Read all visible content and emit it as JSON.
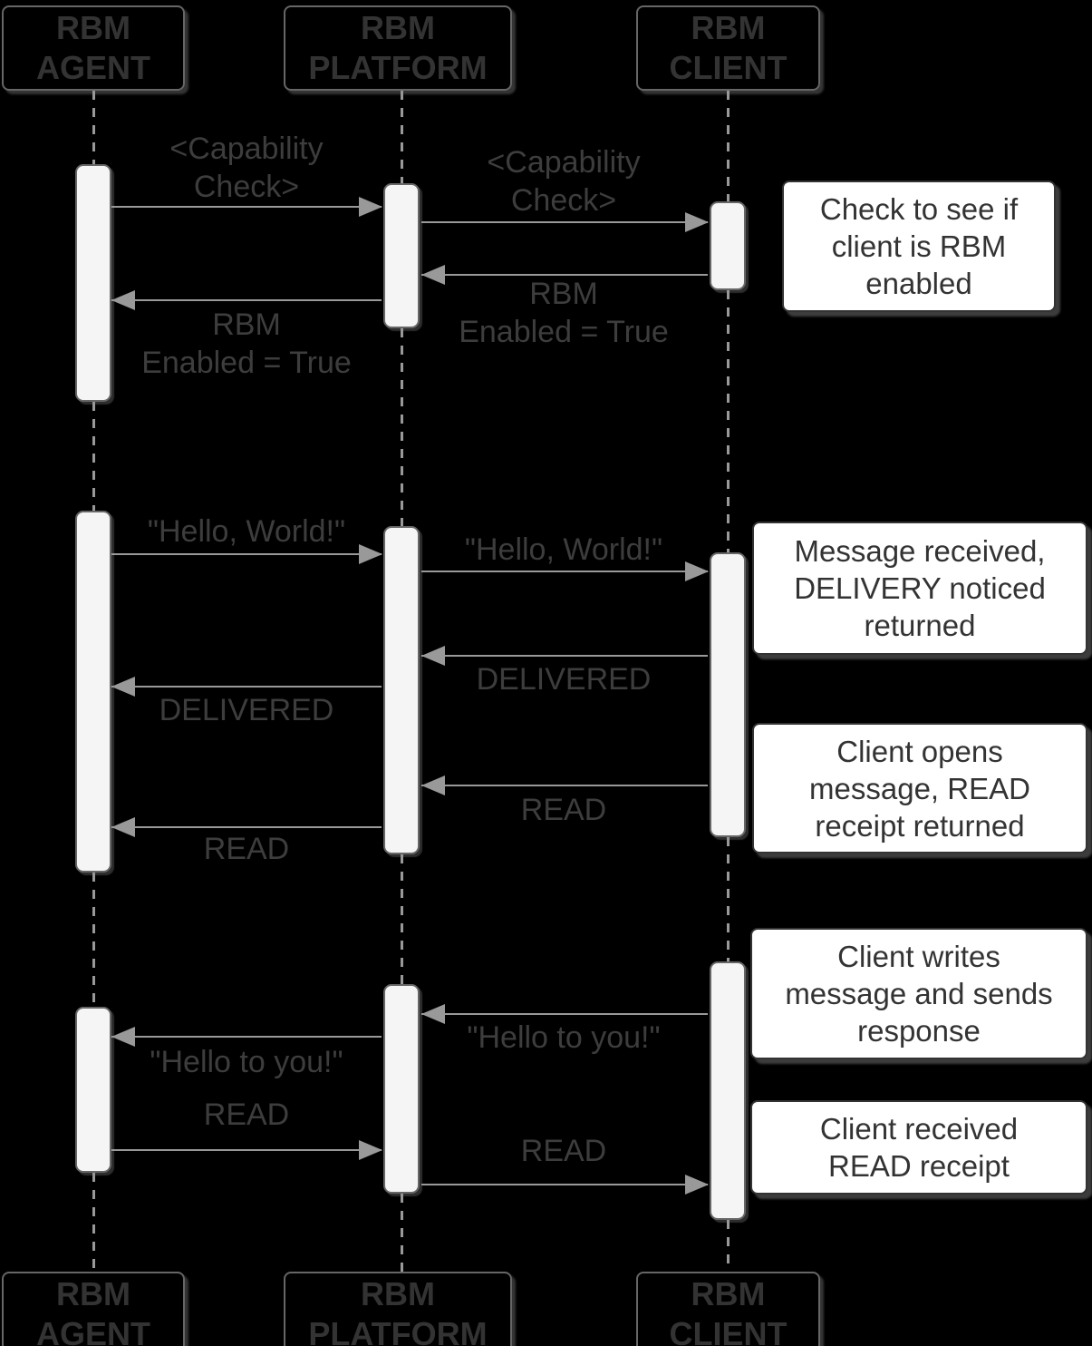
{
  "diagram": {
    "title": "RBM message flow sequence diagram",
    "actors": [
      {
        "id": "agent",
        "label": "RBM\nAGENT",
        "fill": "#F9897F"
      },
      {
        "id": "platform",
        "label": "RBM\nPLATFORM",
        "fill": "#A2D873"
      },
      {
        "id": "client",
        "label": "RBM\nCLIENT",
        "fill": "#83B9E3"
      }
    ],
    "messages": {
      "cap_check_left": "<Capability\nCheck>",
      "cap_check_right": "<Capability\nCheck>",
      "rbm_enabled_left": "RBM\nEnabled = True",
      "rbm_enabled_right": "RBM\nEnabled = True",
      "hello_world_left": "\"Hello, World!\"",
      "hello_world_right": "\"Hello, World!\"",
      "delivered_left": "DELIVERED",
      "delivered_right": "DELIVERED",
      "read_left_s2": "READ",
      "read_right_s2": "READ",
      "hello_you_left": "\"Hello to you!\"",
      "hello_you_right": "\"Hello to you!\"",
      "read_left_s3": "READ",
      "read_right_s3": "READ"
    },
    "notes": [
      {
        "id": "note-capability",
        "text": "Check to see if\nclient is RBM\nenabled"
      },
      {
        "id": "note-delivery",
        "text": "Message received,\nDELIVERY noticed\nreturned"
      },
      {
        "id": "note-read",
        "text": "Client opens\nmessage, READ\nreceipt returned"
      },
      {
        "id": "note-response",
        "text": "Client writes\nmessage and sends\nresponse"
      },
      {
        "id": "note-read-receipt",
        "text": "Client received\nREAD receipt"
      }
    ],
    "colors": {
      "background": "#000000",
      "agent_fill": "#F9897F",
      "platform_fill": "#A2D873",
      "client_fill": "#83B9E3",
      "actor_border": "#666666",
      "activation_fill": "#F5F5F5",
      "arrow": "#999999",
      "label_text": "#3d3d3d",
      "note_border": "#333333",
      "note_fill": "#ffffff"
    }
  }
}
